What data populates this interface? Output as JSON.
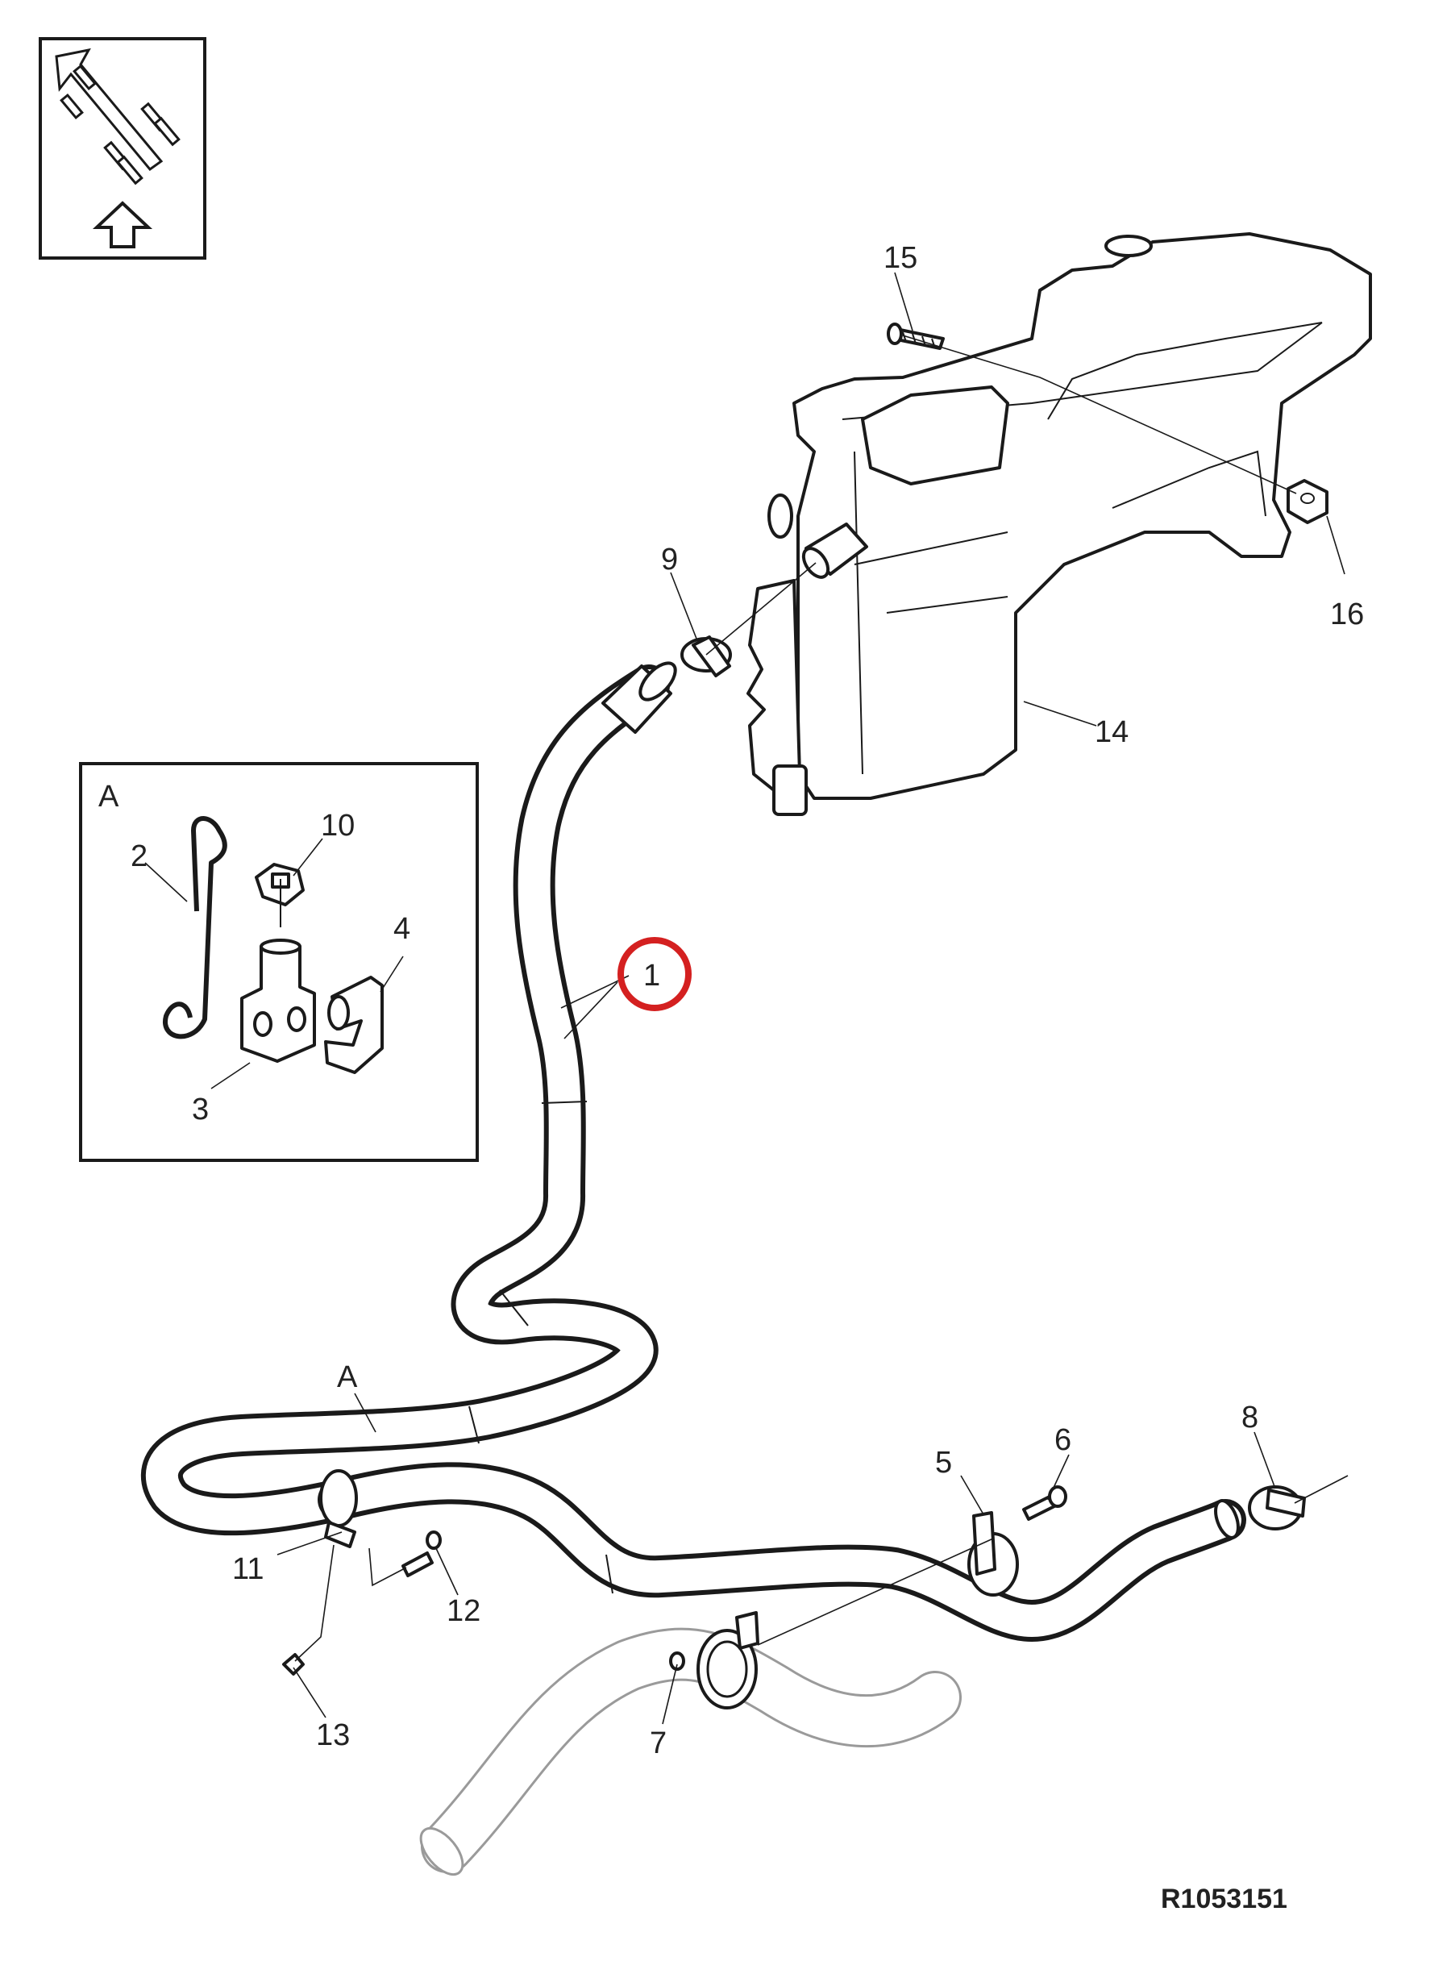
{
  "diagram": {
    "reference_code": "R1053151",
    "view_label": "A",
    "inset_label": "A",
    "highlighted_callout": "1",
    "highlight_color": "#d42020",
    "orientation_icon": "front-direction-arrow-icon",
    "callouts": {
      "c1": "1",
      "c2": "2",
      "c3": "3",
      "c4": "4",
      "c5": "5",
      "c6": "6",
      "c7": "7",
      "c8": "8",
      "c9": "9",
      "c10": "10",
      "c11": "11",
      "c12": "12",
      "c13": "13",
      "c14": "14",
      "c15": "15",
      "c16": "16"
    }
  }
}
